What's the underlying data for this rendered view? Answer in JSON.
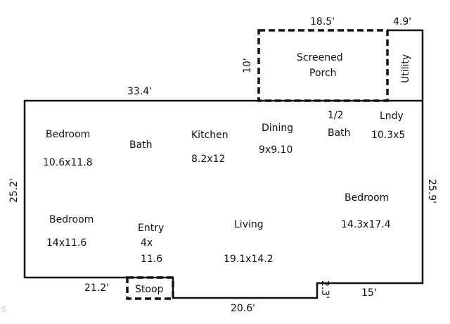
{
  "watermark": "S",
  "rooms": [
    {
      "name": "Bedroom",
      "size": "10.6x11.8"
    },
    {
      "name": "Bath"
    },
    {
      "name": "Kitchen",
      "size": "8.2x12"
    },
    {
      "name": "Dining",
      "size": "9x9.10"
    },
    {
      "name_line1": "1/2",
      "name_line2": "Bath"
    },
    {
      "name": "Lndy",
      "size": "10.3x5"
    },
    {
      "name": "Bedroom",
      "size": "14x11.6"
    },
    {
      "name": "Entry",
      "size_line1": "4x",
      "size_line2": "11.6"
    },
    {
      "name": "Living",
      "size": "19.1x14.2"
    },
    {
      "name": "Bedroom",
      "size": "14.3x17.4"
    },
    {
      "name_line1": "Screened",
      "name_line2": "Porch"
    },
    {
      "name": "Utility"
    },
    {
      "name": "Stoop"
    }
  ],
  "dimensions": {
    "porch_width": "18.5'",
    "utility_width": "4.9'",
    "porch_depth": "10'",
    "top_main": "33.4'",
    "left_side": "25.2'",
    "right_side": "25.9'",
    "bottom_left": "21.2'",
    "bottom_mid": "20.6'",
    "bottom_right": "15'",
    "step_offset": "2.3'"
  }
}
